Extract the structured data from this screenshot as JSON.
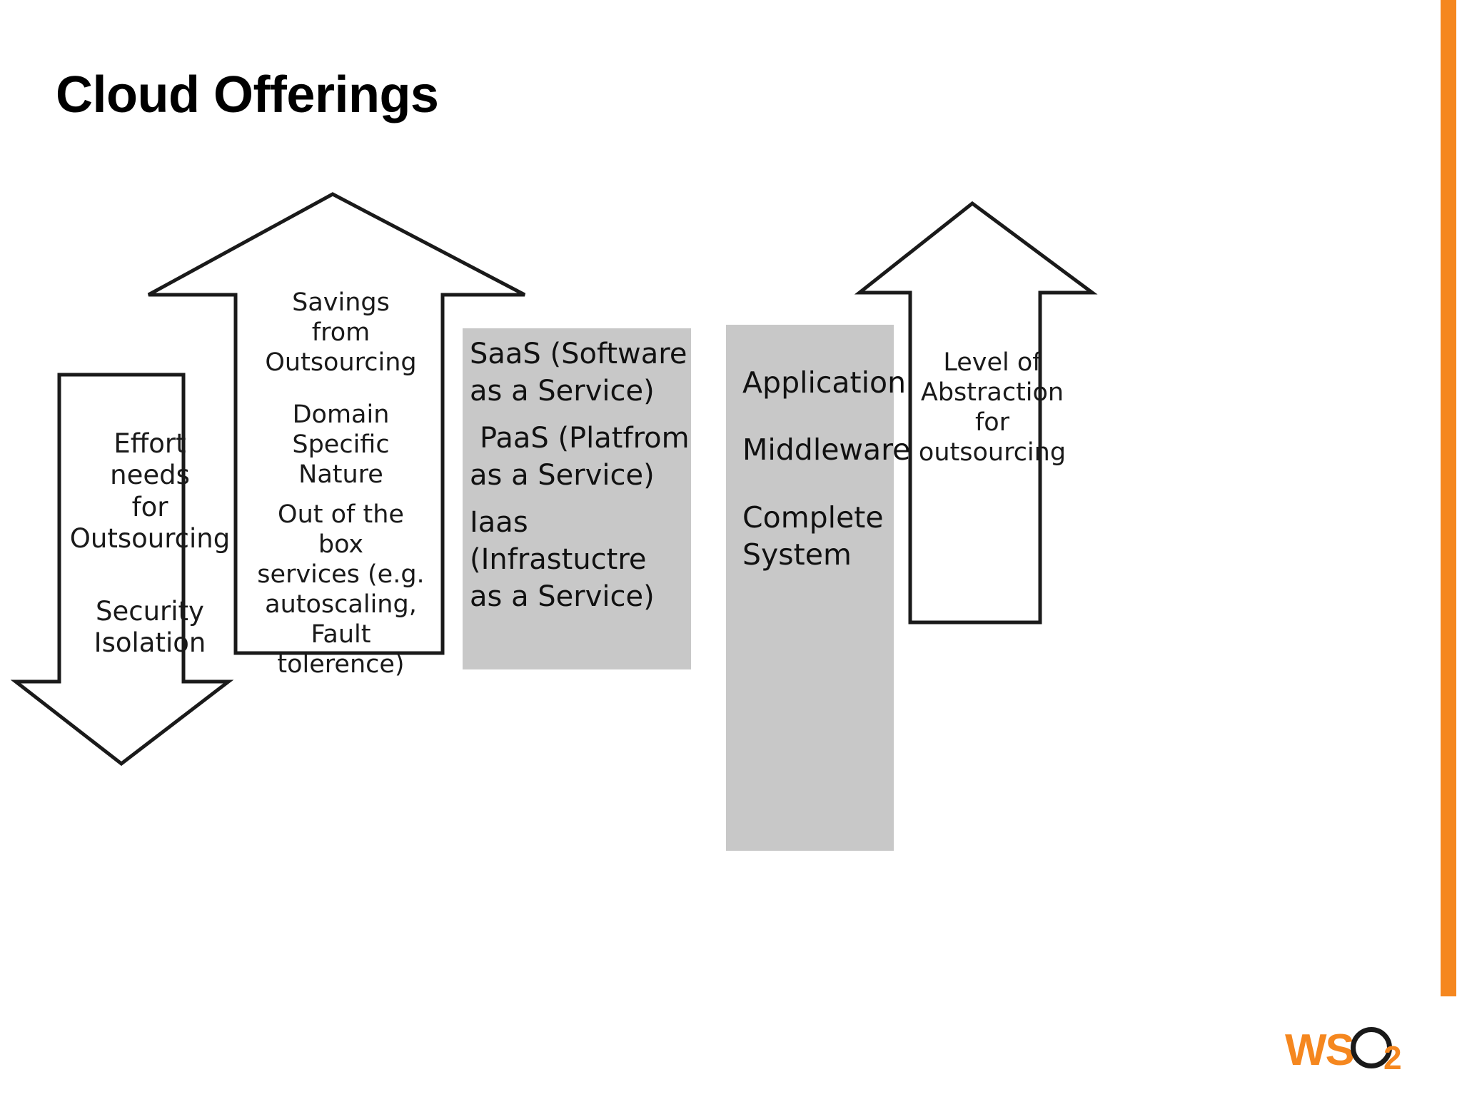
{
  "slide": {
    "title": "Cloud Offerings",
    "accent_color": "#F5871F",
    "gray_box_color": "#C8C8C8",
    "outline_color": "#1a1a1a"
  },
  "diagram": {
    "down_arrow": {
      "name": "Effort / Security arrow",
      "direction": "down",
      "labels": {
        "effort": "Effort\nneeds\nfor\nOutsourcing",
        "security": "Security\nIsolation"
      }
    },
    "up_arrow_left": {
      "name": "Savings arrow",
      "direction": "up",
      "labels": {
        "savings": "Savings from\nOutsourcing",
        "domain": "Domain Specific\nNature",
        "out_of_box": "Out of the box\nservices (e.g.\nautoscaling,\nFault tolerence)"
      }
    },
    "services_box": {
      "lines": [
        "SaaS (Software",
        "as a Service)",
        "PaaS (Platfrom",
        "as a Service)",
        "Iaas (Infrastuctre",
        "as a Service)"
      ]
    },
    "layers_box": {
      "lines": [
        "Application",
        "Middleware",
        "Complete",
        "System"
      ]
    },
    "up_arrow_right": {
      "name": "Abstraction arrow",
      "direction": "up",
      "labels": {
        "abstraction": "Level of\nAbstraction\nfor\noutsourcing"
      }
    }
  },
  "logo": {
    "word": "WS",
    "suffix": "2"
  }
}
